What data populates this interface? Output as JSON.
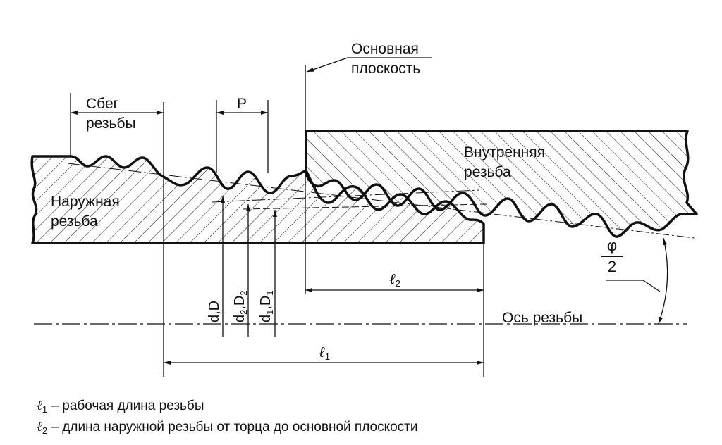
{
  "labels": {
    "main_plane_line1": "Основная",
    "main_plane_line2": "плоскость",
    "runout_line1": "Сбег",
    "runout_line2": "резьбы",
    "pitch": "P",
    "internal_line1": "Внутренняя",
    "internal_line2": "резьба",
    "external_line1": "Наружная",
    "external_line2": "резьба",
    "thread_axis": "Ось резьбы",
    "angle_num": "φ",
    "angle_den": "2",
    "l2_letter": "ℓ",
    "l2_sub": "2",
    "l1_letter": "ℓ",
    "l1_sub": "1",
    "dia_major_d": "d",
    "dia_major_D": "D",
    "dia_pitch_d": "d",
    "dia_pitch_sub": "2",
    "dia_pitch_D": "D",
    "dia_pitch_Dsub": "2",
    "dia_minor_d": "d",
    "dia_minor_sub": "1",
    "dia_minor_D": "D",
    "dia_minor_Dsub": "1",
    "comma": ","
  },
  "legend": [
    {
      "letter": "ℓ",
      "sub": "1",
      "text": " – рабочая длина резьбы"
    },
    {
      "letter": "ℓ",
      "sub": "2",
      "text": " – длина наружной резьбы от торца до основной плоскости"
    }
  ],
  "colors": {
    "line": "#111111",
    "background": "#ffffff"
  }
}
